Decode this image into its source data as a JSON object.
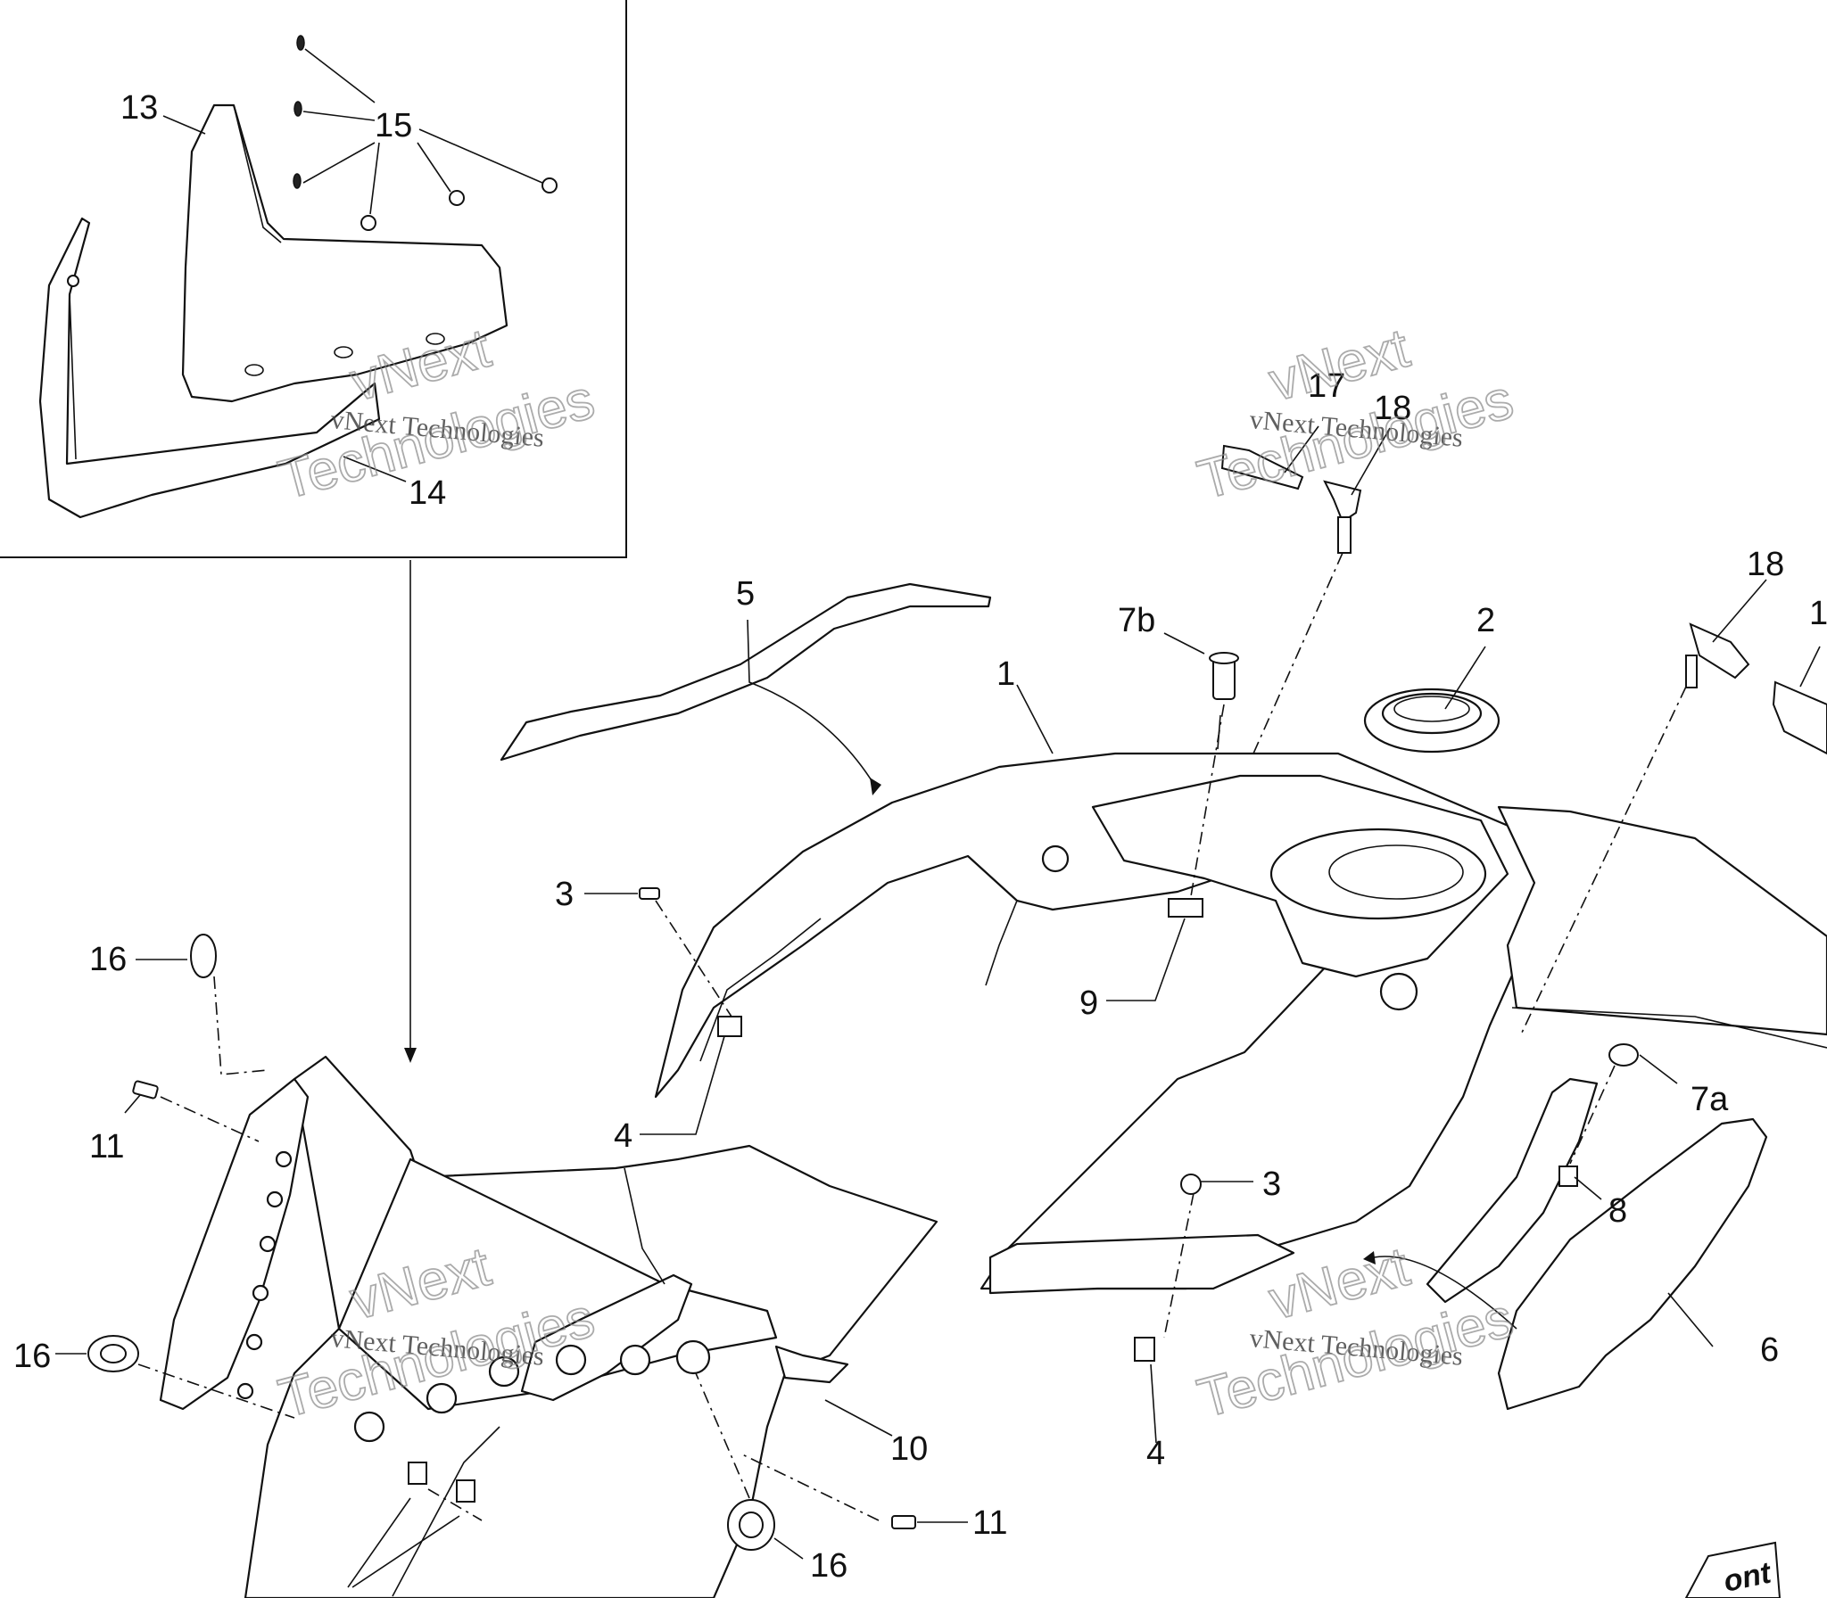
{
  "callouts": {
    "c1": "1",
    "c2": "2",
    "c3a": "3",
    "c3b": "3",
    "c4a": "4",
    "c4b": "4",
    "c5": "5",
    "c6": "6",
    "c7a": "7a",
    "c7b": "7b",
    "c8": "8",
    "c9": "9",
    "c10": "10",
    "c11a": "11",
    "c11b": "11",
    "c13": "13",
    "c14": "14",
    "c15": "15",
    "c16a": "16",
    "c16b": "16",
    "c16c": "16",
    "c17": "17",
    "c18a": "18",
    "c18b": "18",
    "c1edge": "1"
  },
  "watermark": {
    "line": "vNext Technologies",
    "big_top": "vNext",
    "big_bottom": "Technologies"
  },
  "corner_label": "ont"
}
